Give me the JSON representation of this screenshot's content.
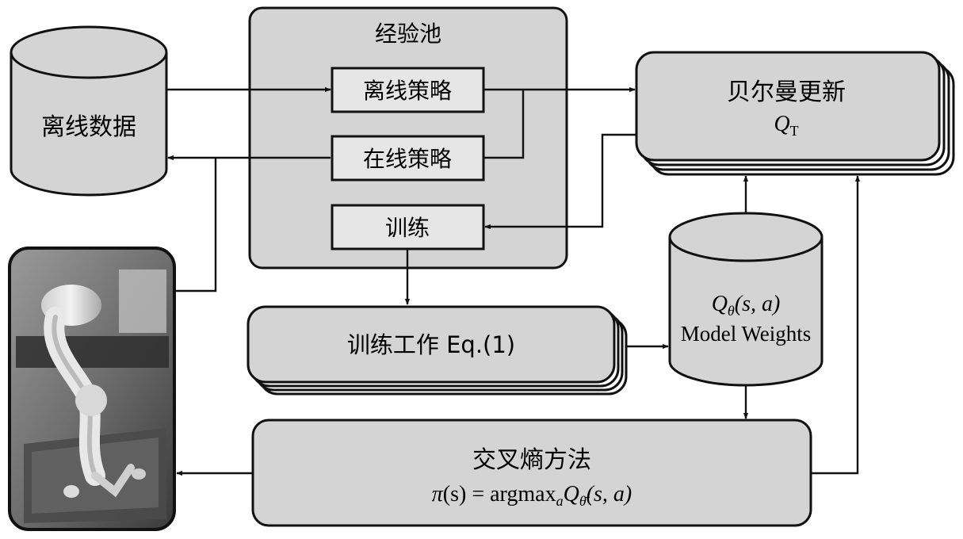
{
  "experience_pool": {
    "title": "经验池",
    "offline_policy": "离线策略",
    "online_policy": "在线策略",
    "train": "训练"
  },
  "offline_data": {
    "label": "离线数据"
  },
  "bellman": {
    "label": "贝尔曼更新",
    "formula_main": "Q",
    "formula_sub": "T"
  },
  "training_job": {
    "label": "训练工作 Eq.(1)"
  },
  "model_weights": {
    "formula_main": "Q",
    "formula_sub": "θ",
    "formula_args": "(s, a)",
    "label": "Model Weights"
  },
  "cem": {
    "label": "交叉熵方法",
    "formula_pi": "π",
    "formula_pi_args": "(s) = argmax",
    "formula_sub_a": "a",
    "formula_q": "Q",
    "formula_q_sub": "θ̄",
    "formula_q_args": "(s, a)"
  },
  "robot_photo": {
    "alt": "robot arm photo"
  },
  "colors": {
    "box_fill": "#d4d4d4",
    "inner_box_fill": "#e6e6e6",
    "stroke": "#111111",
    "background": "#ffffff"
  }
}
